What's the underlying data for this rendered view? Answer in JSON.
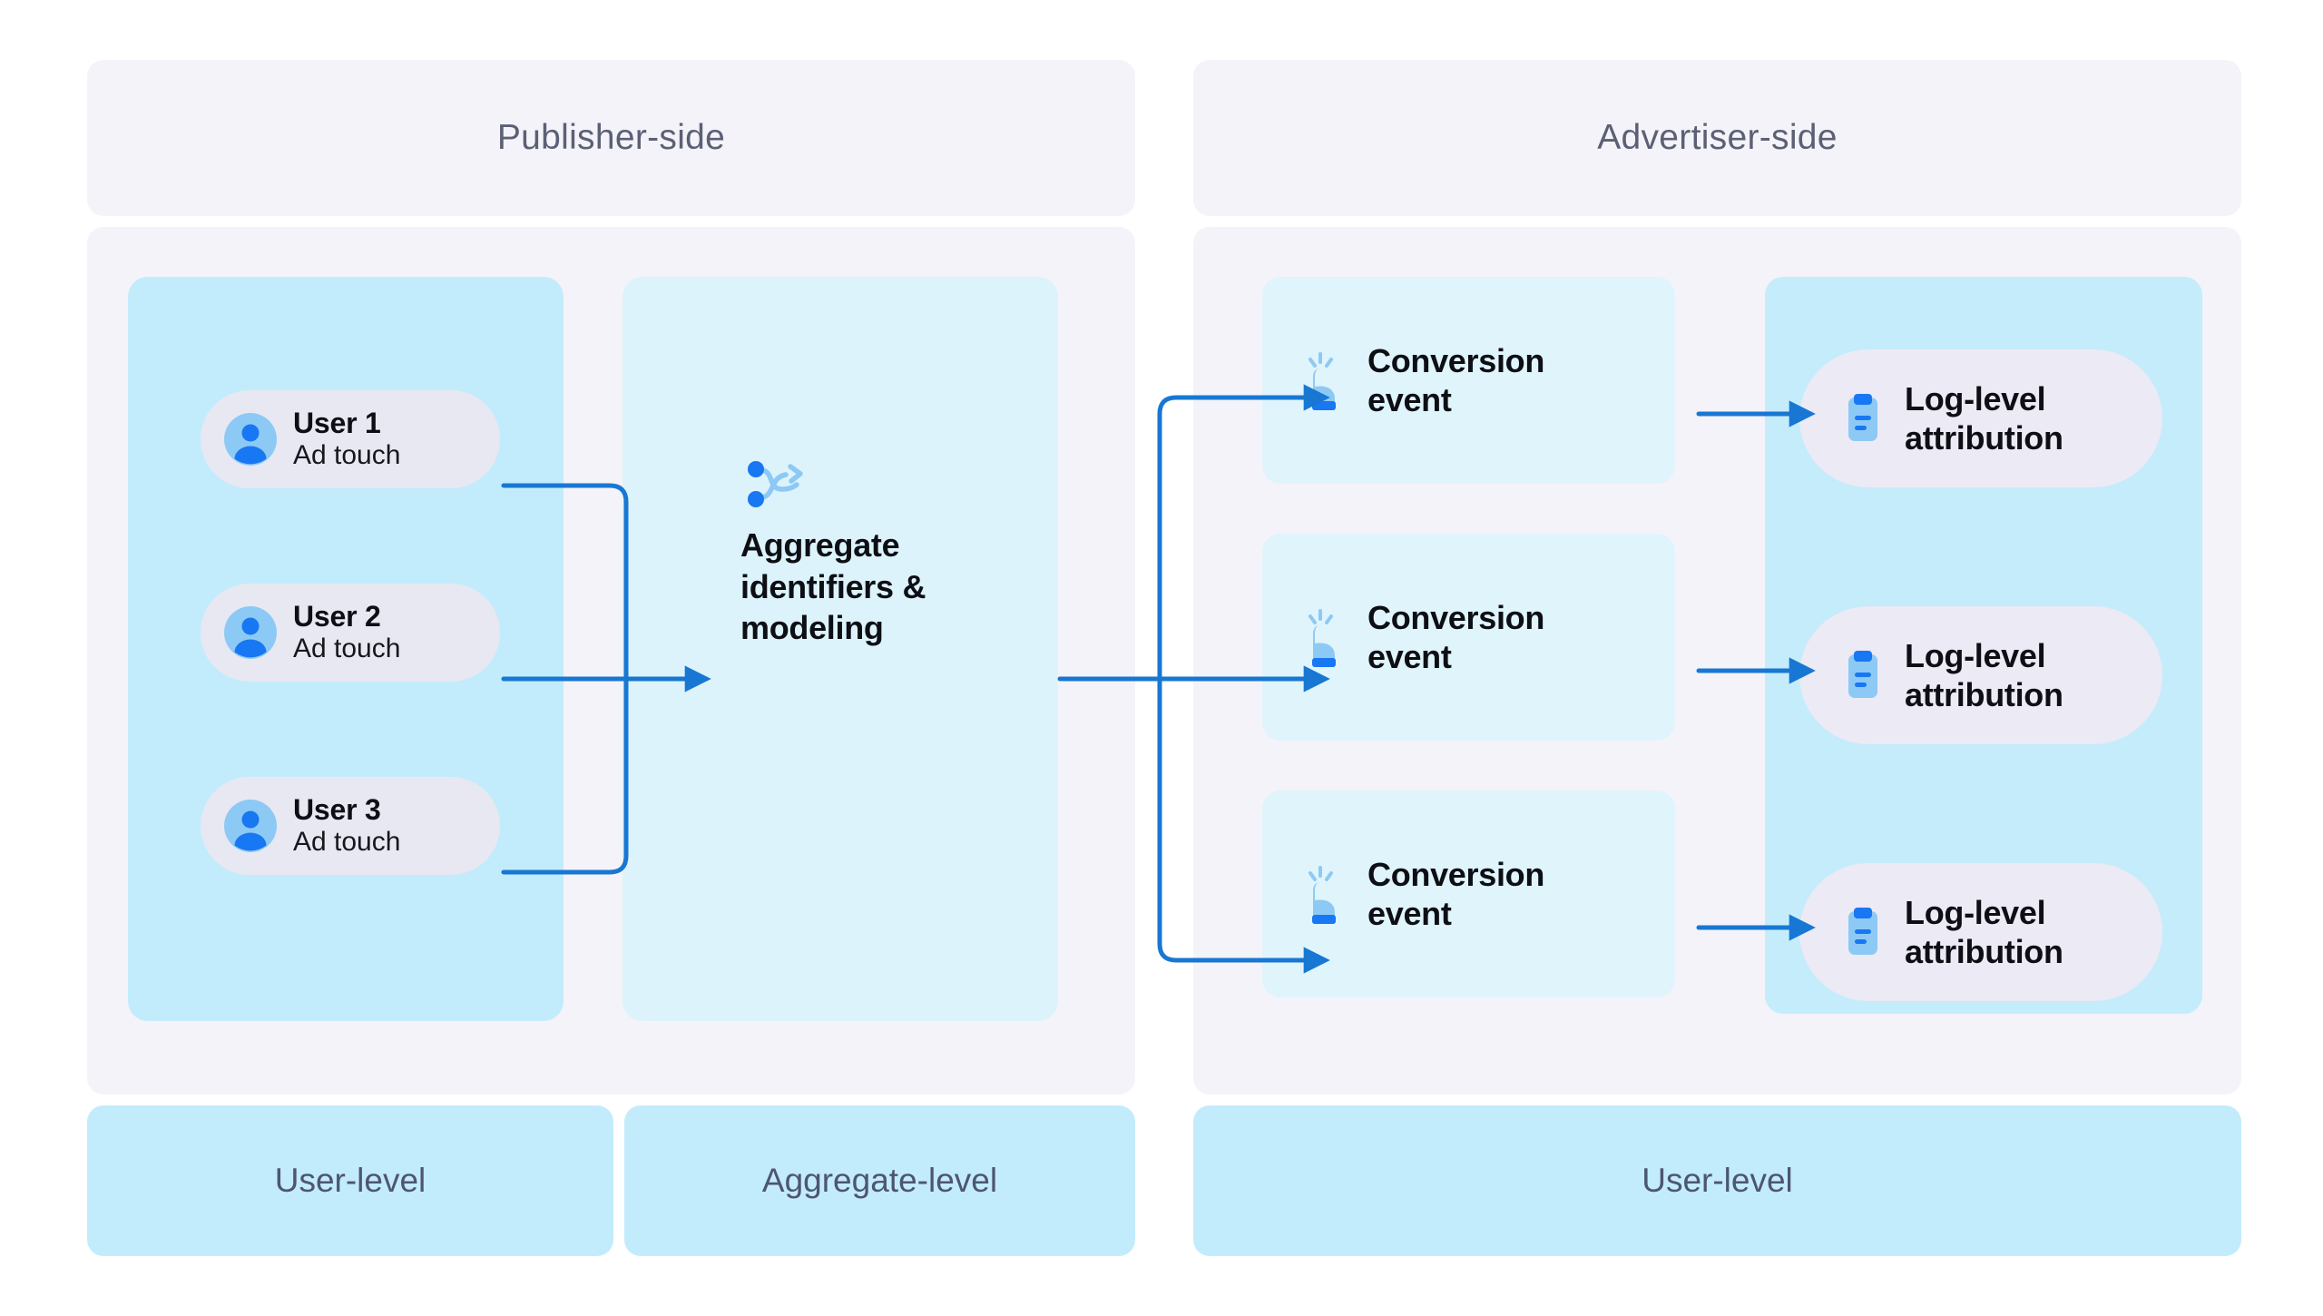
{
  "diagram": {
    "title": "Publisher-side and Advertiser-side attribution flow",
    "accent_color": "#1877d2",
    "colors": {
      "panel_grey": "#f4f3f9",
      "user_panel_blue": "#c2ecfc",
      "aggregate_panel_blue": "#ddf3fb",
      "conversion_card_blue": "#e0f4fc",
      "log_panel_blue": "#c5ecfb",
      "pill_lavender": "#e8e8f2",
      "arrow_blue": "#1877d2",
      "heading_text": "#5b6075",
      "body_text": "#0d0f14"
    }
  },
  "publisher": {
    "header_title": "Publisher-side",
    "users": [
      {
        "name": "User 1",
        "subtitle": "Ad touch",
        "icon": "user-avatar-icon"
      },
      {
        "name": "User 2",
        "subtitle": "Ad touch",
        "icon": "user-avatar-icon"
      },
      {
        "name": "User 3",
        "subtitle": "Ad touch",
        "icon": "user-avatar-icon"
      }
    ],
    "aggregate": {
      "icon": "branch-merge-icon",
      "line1": "Aggregate",
      "line2": "identifiers &",
      "line3": "modeling"
    },
    "footers": [
      {
        "label": "User-level"
      },
      {
        "label": "Aggregate-level"
      }
    ]
  },
  "advertiser": {
    "header_title": "Advertiser-side",
    "conversions": [
      {
        "line1": "Conversion",
        "line2": "event",
        "icon": "tap-hand-icon"
      },
      {
        "line1": "Conversion",
        "line2": "event",
        "icon": "tap-hand-icon"
      },
      {
        "line1": "Conversion",
        "line2": "event",
        "icon": "tap-hand-icon"
      }
    ],
    "attributions": [
      {
        "line1": "Log-level",
        "line2": "attribution",
        "icon": "clipboard-icon"
      },
      {
        "line1": "Log-level",
        "line2": "attribution",
        "icon": "clipboard-icon"
      },
      {
        "line1": "Log-level",
        "line2": "attribution",
        "icon": "clipboard-icon"
      }
    ],
    "footers": [
      {
        "label": "User-level"
      }
    ]
  }
}
